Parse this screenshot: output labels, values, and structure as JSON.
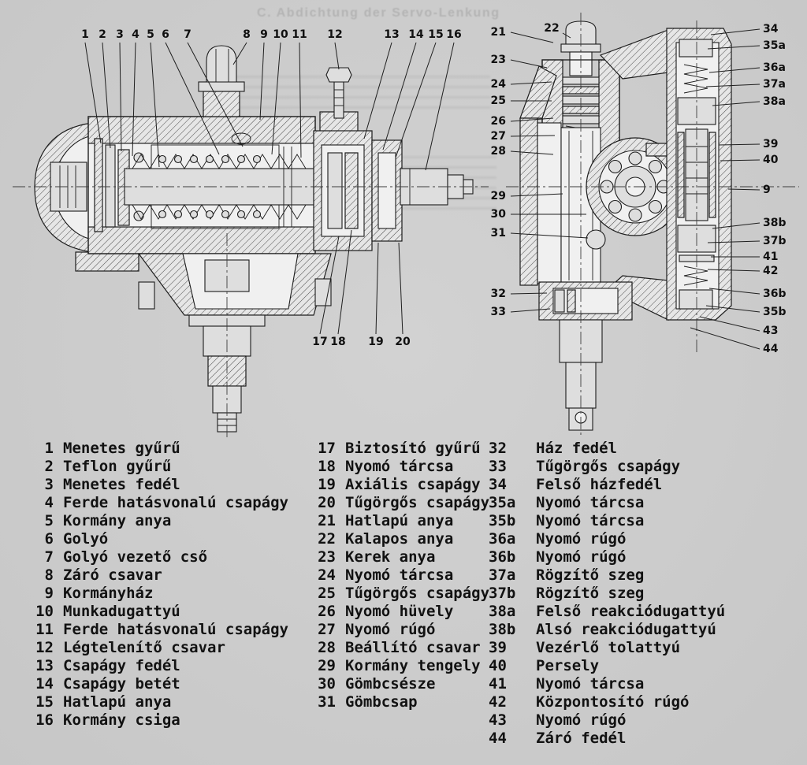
{
  "ghost": {
    "title": "C. Abdichtung der Servo-Lenkung"
  },
  "drawing": {
    "left_view_name": "steering-gear-longitudinal-section",
    "right_view_name": "steering-gear-cross-section",
    "line_color": "#1c1c1c",
    "paper_color": "#cfcfcf"
  },
  "callouts": {
    "left_top": [
      "1",
      "2",
      "3",
      "4",
      "5",
      "6",
      "7",
      "8",
      "9",
      "10",
      "11",
      "12",
      "13",
      "14",
      "15",
      "16"
    ],
    "left_bottom": [
      "17",
      "18",
      "19",
      "20"
    ],
    "right_left": [
      "21",
      "22",
      "23",
      "24",
      "25",
      "26",
      "27",
      "28",
      "29",
      "30",
      "31",
      "32",
      "33"
    ],
    "right_right": [
      "34",
      "35a",
      "36a",
      "37a",
      "38a",
      "39",
      "40",
      "9",
      "38b",
      "37b",
      "41",
      "42",
      "36b",
      "35b",
      "43",
      "44"
    ]
  },
  "legend": {
    "columns": [
      {
        "items": [
          {
            "n": "1",
            "t": "Menetes gyűrű"
          },
          {
            "n": "2",
            "t": "Teflon gyűrű"
          },
          {
            "n": "3",
            "t": "Menetes fedél"
          },
          {
            "n": "4",
            "t": "Ferde hatásvonalú csapágy"
          },
          {
            "n": "5",
            "t": "Kormány anya"
          },
          {
            "n": "6",
            "t": "Golyó"
          },
          {
            "n": "7",
            "t": "Golyó vezető cső"
          },
          {
            "n": "8",
            "t": "Záró csavar"
          },
          {
            "n": "9",
            "t": "Kormányház"
          },
          {
            "n": "10",
            "t": "Munkadugattyú"
          },
          {
            "n": "11",
            "t": "Ferde hatásvonalú csapágy"
          },
          {
            "n": "12",
            "t": "Légtelenítő csavar"
          },
          {
            "n": "13",
            "t": "Csapágy fedél"
          },
          {
            "n": "14",
            "t": "Csapágy betét"
          },
          {
            "n": "15",
            "t": "Hatlapú anya"
          },
          {
            "n": "16",
            "t": "Kormány csiga"
          }
        ]
      },
      {
        "items": [
          {
            "n": "17",
            "t": "Biztosító gyűrű"
          },
          {
            "n": "18",
            "t": "Nyomó tárcsa"
          },
          {
            "n": "19",
            "t": "Axiális csapágy"
          },
          {
            "n": "20",
            "t": "Tűgörgős csapágy"
          },
          {
            "n": "21",
            "t": "Hatlapú anya"
          },
          {
            "n": "22",
            "t": "Kalapos anya"
          },
          {
            "n": "23",
            "t": "Kerek anya"
          },
          {
            "n": "24",
            "t": "Nyomó tárcsa"
          },
          {
            "n": "25",
            "t": "Tűgörgős csapágy"
          },
          {
            "n": "26",
            "t": "Nyomó hüvely"
          },
          {
            "n": "27",
            "t": "Nyomó rúgó"
          },
          {
            "n": "28",
            "t": "Beállító csavar"
          },
          {
            "n": "29",
            "t": "Kormány tengely"
          },
          {
            "n": "30",
            "t": "Gömbcsésze"
          },
          {
            "n": "31",
            "t": "Gömbcsap"
          }
        ]
      },
      {
        "items": [
          {
            "n": "32",
            "t": "Ház fedél"
          },
          {
            "n": "33",
            "t": "Tűgörgős csapágy"
          },
          {
            "n": "34",
            "t": "Felső házfedél"
          },
          {
            "n": "35a",
            "t": "Nyomó tárcsa"
          },
          {
            "n": "35b",
            "t": "Nyomó tárcsa"
          },
          {
            "n": "36a",
            "t": "Nyomó rúgó"
          },
          {
            "n": "36b",
            "t": "Nyomó rúgó"
          },
          {
            "n": "37a",
            "t": "Rögzítő szeg"
          },
          {
            "n": "37b",
            "t": "Rögzítő szeg"
          },
          {
            "n": "38a",
            "t": "Felső reakciódugattyú"
          },
          {
            "n": "38b",
            "t": "Alsó reakciódugattyú"
          },
          {
            "n": "39",
            "t": "Vezérlő tolattyú"
          },
          {
            "n": "40",
            "t": "Persely"
          },
          {
            "n": "41",
            "t": "Nyomó tárcsa"
          },
          {
            "n": "42",
            "t": "Központosító rúgó"
          },
          {
            "n": "43",
            "t": "Nyomó rúgó"
          },
          {
            "n": "44",
            "t": "Záró fedél"
          }
        ]
      }
    ]
  }
}
